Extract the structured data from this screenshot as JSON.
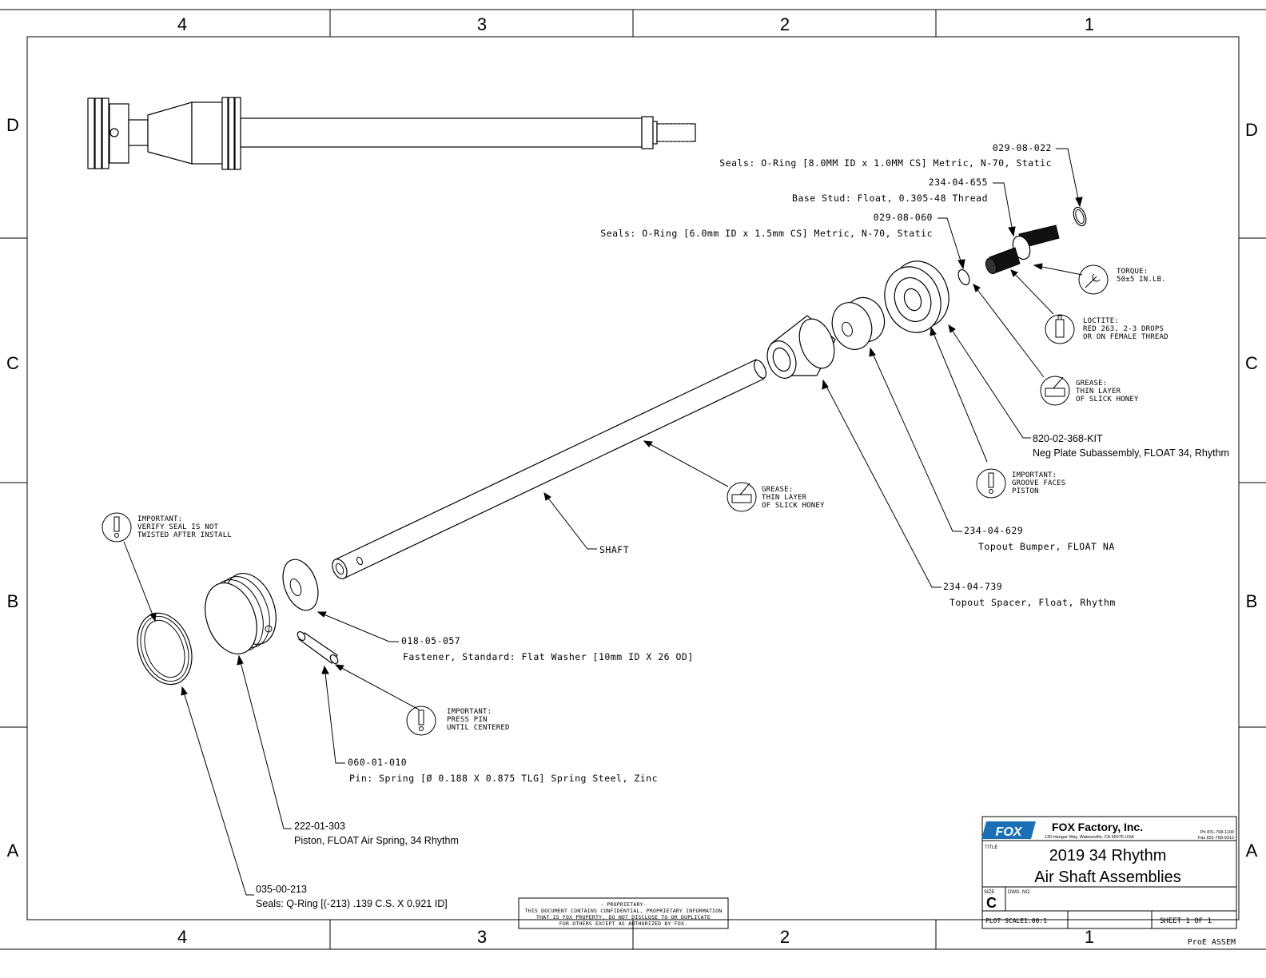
{
  "zones": {
    "top": [
      "4",
      "3",
      "2",
      "1"
    ],
    "bottom": [
      "4",
      "3",
      "2",
      "1"
    ],
    "left": [
      "D",
      "C",
      "B",
      "A"
    ],
    "right": [
      "D",
      "C",
      "B",
      "A"
    ]
  },
  "callouts": {
    "c029_08_022": {
      "number": "029-08-022",
      "desc": "Seals: O-Ring [8.0MM ID x 1.0MM CS] Metric, N-70, Static"
    },
    "c234_04_655": {
      "number": "234-04-655",
      "desc": "Base Stud: Float, 0.305-48 Thread"
    },
    "c029_08_060": {
      "number": "029-08-060",
      "desc": "Seals: O-Ring [6.0mm ID x 1.5mm CS] Metric, N-70, Static"
    },
    "c820_02_368": {
      "number": "820-02-368-KIT",
      "desc": "Neg Plate Subassembly, FLOAT 34, Rhythm"
    },
    "c234_04_629": {
      "number": "234-04-629",
      "desc": "Topout Bumper, FLOAT NA"
    },
    "c234_04_739": {
      "number": "234-04-739",
      "desc": "Topout Spacer, Float, Rhythm"
    },
    "c018_05_057": {
      "number": "018-05-057",
      "desc": "Fastener, Standard: Flat Washer [10mm ID X 26 OD]"
    },
    "c060_01_010": {
      "number": "060-01-010",
      "desc": "Pin: Spring [Ø 0.188 X 0.875 TLG] Spring Steel, Zinc"
    },
    "c222_01_303": {
      "number": "222-01-303",
      "desc": "Piston, FLOAT Air Spring, 34 Rhythm"
    },
    "c035_00_213": {
      "number": "035-00-213",
      "desc": "Seals: Q-Ring [(-213) .139 C.S. X 0.921 ID]"
    },
    "shaft": "SHAFT"
  },
  "notes": {
    "torque": [
      "TORQUE:",
      "50±5 IN.LB."
    ],
    "loctite": [
      "LOCTITE:",
      "RED 263, 2-3 DROPS",
      "OR ON FEMALE THREAD"
    ],
    "grease_plate": [
      "GREASE:",
      "THIN LAYER",
      "OF SLICK HONEY"
    ],
    "important_groove": [
      "IMPORTANT:",
      "GROOVE FACES",
      "PISTON"
    ],
    "grease_shaft": [
      "GREASE:",
      "THIN LAYER",
      "OF SLICK HONEY"
    ],
    "important_seal": [
      "IMPORTANT:",
      "VERIFY SEAL IS NOT",
      "TWISTED AFTER INSTALL"
    ],
    "important_pin": [
      "IMPORTANT:",
      "PRESS PIN",
      "UNTIL CENTERED"
    ],
    "grease_icon_label": "GREASE",
    "loctite_icon_label": "LOCTITE"
  },
  "title_block": {
    "company": "FOX Factory, Inc.",
    "address": "130 Hangar Way, Watsonville, CA 95076 USA",
    "phone": "Ph 831-768-1100",
    "fax": "Fax 831-768-9312",
    "title_label": "TITLE",
    "title_line1": "2019 34 Rhythm",
    "title_line2": "Air Shaft Assemblies",
    "size_label": "SIZE",
    "size_value": "C",
    "dwg_label": "DWG. NO.",
    "plot_scale": "PLOT SCALE1.00:1",
    "sheet": "SHEET 1 OF 1",
    "proe": "ProE ASSEM"
  },
  "proprietary": [
    "- PROPRIETARY-",
    "THIS DOCUMENT CONTAINS CONFIDENTIAL, PROPRIETARY INFORMATION",
    "THAT IS FOX PROPERTY.  DO NOT DISCLOSE TO OR DUPLICATE",
    "FOR OTHERS EXCEPT AS AUTHORIZED BY FOX."
  ],
  "colors": {
    "line": "#000000",
    "logo": "#1a6fb5",
    "paper": "#ffffff"
  }
}
